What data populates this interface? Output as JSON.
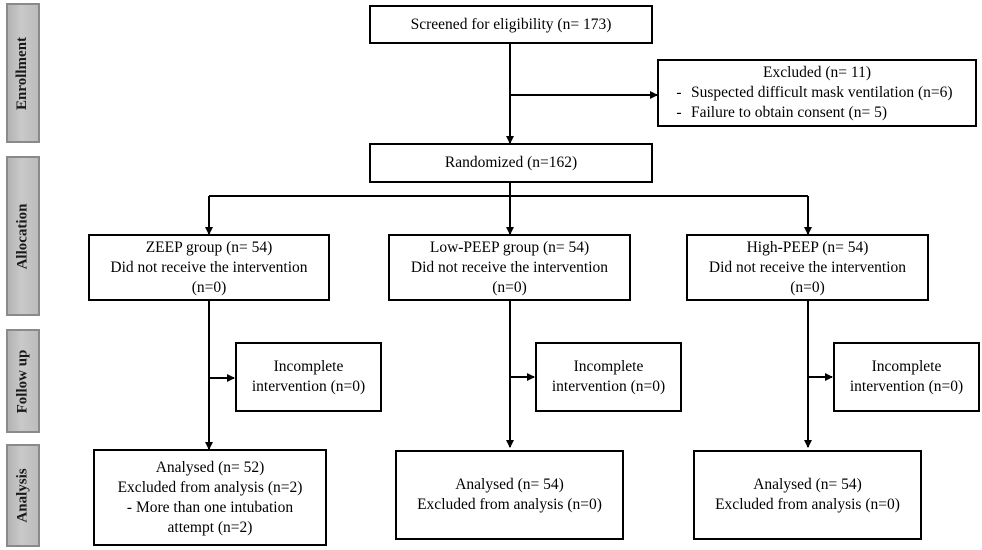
{
  "stages": {
    "enrollment": "Enrollment",
    "allocation": "Allocation",
    "followup": "Follow up",
    "analysis": "Analysis"
  },
  "screened": "Screened for eligibility (n= 173)",
  "excluded": {
    "title": "Excluded  (n= 11)",
    "items": [
      {
        "bullet": "-",
        "text": "Suspected difficult mask ventilation (n=6)"
      },
      {
        "bullet": "-",
        "text": "Failure to obtain consent (n= 5)"
      }
    ]
  },
  "randomized": "Randomized (n=162)",
  "groups": [
    {
      "allocation": [
        "ZEEP group (n= 54)",
        "Did not receive the intervention",
        "(n=0)"
      ],
      "followup": [
        "Incomplete",
        "intervention (n=0)"
      ],
      "analysis": [
        "Analysed (n= 52)",
        "Excluded from analysis (n=2)",
        "- More than one intubation",
        "attempt (n=2)"
      ]
    },
    {
      "allocation": [
        "Low-PEEP group (n= 54)",
        "Did not receive the intervention",
        "(n=0)"
      ],
      "followup": [
        "Incomplete",
        "intervention (n=0)"
      ],
      "analysis": [
        "Analysed (n= 54)",
        "Excluded from analysis (n=0)"
      ]
    },
    {
      "allocation": [
        "High-PEEP (n= 54)",
        "Did not receive the intervention",
        "(n=0)"
      ],
      "followup": [
        "Incomplete",
        "intervention (n=0)"
      ],
      "analysis": [
        "Analysed (n= 54)",
        "Excluded from analysis (n=0)"
      ]
    }
  ]
}
